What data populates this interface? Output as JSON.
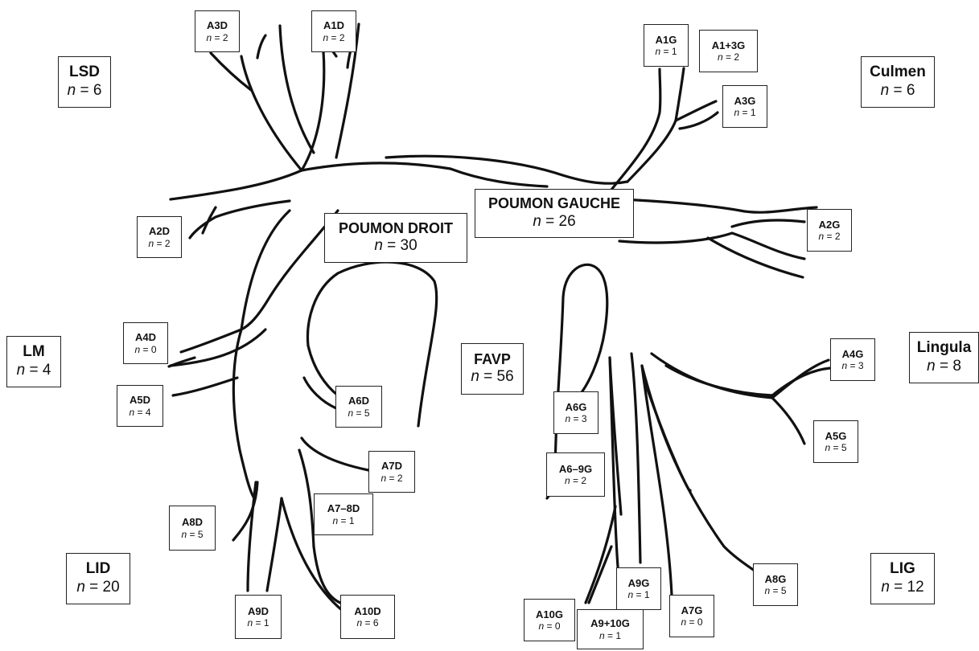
{
  "count_prefix": "n",
  "count_sep": " = ",
  "total": {
    "label": "FAVP",
    "count": "56"
  },
  "lungs": {
    "right": {
      "label": "POUMON DROIT",
      "count": "30"
    },
    "left": {
      "label": "POUMON GAUCHE",
      "count": "26"
    }
  },
  "lobes": {
    "lsd": {
      "label": "LSD",
      "count": "6"
    },
    "lm": {
      "label": "LM",
      "count": "4"
    },
    "lid": {
      "label": "LID",
      "count": "20"
    },
    "culmen": {
      "label": "Culmen",
      "count": "6"
    },
    "lingula": {
      "label": "Lingula",
      "count": "8"
    },
    "lig": {
      "label": "LIG",
      "count": "12"
    }
  },
  "segments": {
    "a3d": {
      "label": "A3D",
      "count": "2"
    },
    "a1d": {
      "label": "A1D",
      "count": "2"
    },
    "a2d": {
      "label": "A2D",
      "count": "2"
    },
    "a4d": {
      "label": "A4D",
      "count": "0"
    },
    "a5d": {
      "label": "A5D",
      "count": "4"
    },
    "a6d": {
      "label": "A6D",
      "count": "5"
    },
    "a7d": {
      "label": "A7D",
      "count": "2"
    },
    "a78d": {
      "label": "A7–8D",
      "count": "1"
    },
    "a8d": {
      "label": "A8D",
      "count": "5"
    },
    "a9d": {
      "label": "A9D",
      "count": "1"
    },
    "a10d": {
      "label": "A10D",
      "count": "6"
    },
    "a1g": {
      "label": "A1G",
      "count": "1"
    },
    "a13g": {
      "label": "A1+3G",
      "count": "2"
    },
    "a3g": {
      "label": "A3G",
      "count": "1"
    },
    "a2g": {
      "label": "A2G",
      "count": "2"
    },
    "a4g": {
      "label": "A4G",
      "count": "3"
    },
    "a5g": {
      "label": "A5G",
      "count": "5"
    },
    "a6g": {
      "label": "A6G",
      "count": "3"
    },
    "a69g": {
      "label": "A6–9G",
      "count": "2"
    },
    "a8g": {
      "label": "A8G",
      "count": "5"
    },
    "a9g": {
      "label": "A9G",
      "count": "1"
    },
    "a7g": {
      "label": "A7G",
      "count": "0"
    },
    "a10g": {
      "label": "A10G",
      "count": "0"
    },
    "a910g": {
      "label": "A9+10G",
      "count": "1"
    }
  }
}
